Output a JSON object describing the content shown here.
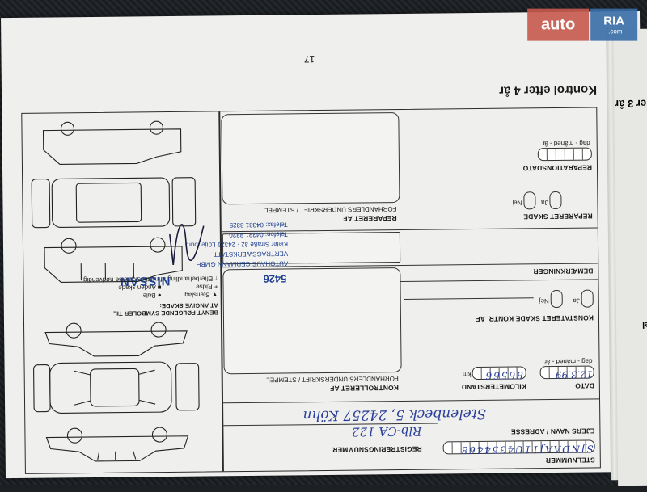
{
  "watermark": {
    "brand_text": "auto",
    "badge_text": "RIA",
    "domain": ".com"
  },
  "page": {
    "title": "Kontrol efter 4 år",
    "page_number": "17",
    "edge_title": "er 3 år",
    "edge_fragment": "el"
  },
  "form": {
    "chassis_label": "STELNUMMER",
    "reg_label": "REGISTRERINGSNUMMER",
    "owner_label": "EJERS NAVN / ADRESSE",
    "date_label": "DATO",
    "date_hint": "dag - måned - år",
    "km_label": "KILOMETERSTAND",
    "km_unit": "km",
    "controlled_label": "KONTROLLERET AF",
    "controlled_sub": "FORHANDLERS UNDERSKRIFT / STEMPEL",
    "damage_label": "KONSTATERET SKADE  KONTR. AF",
    "yes": "Ja",
    "no": "Nej",
    "remarks_label": "BEMÆRKNINGER",
    "repaired_label": "REPARERET SKADE",
    "repair_date_label": "REPARATIONSDATO",
    "repair_date_hint": "dag - måned - år",
    "repaired_by_label": "REPARERET AF",
    "repaired_by_sub": "FORHANDLERS UNDERSKRIFT / STEMPEL"
  },
  "handwriting": {
    "chassis_number": "SJNDAAJ11U4354468",
    "reg_number": "Rlb-CA 122",
    "owner": "Stelenbeck 5, 24257 Köhn",
    "date": "12.3.99",
    "km": "86566",
    "signature": "[signature]"
  },
  "stamp": {
    "brand": "NISSAN",
    "code": "5426",
    "line1": "AUTOHAUS GERMANN GMBH",
    "line2": "VERTRAGSWERKSTATT",
    "line3": "Kieler Straße 32 · 24321 Lütjenburg",
    "line4": "Telefon: 04381 8320",
    "line5": "Telefax: 04381 8325"
  },
  "legend": {
    "title": "BENYT FØLGENDE SYMBOLER TIL AT ANGIVE SKADE:",
    "item1": "Stenslag",
    "item2": "Bule",
    "item3": "Ridse",
    "item4": "Anden skade",
    "item5": "Efterbehandling af rustbeskyttelse nødvendig",
    "sym1": "▼",
    "sym2": "●",
    "sym3": "+",
    "sym4": "■",
    "sym5": "↑"
  }
}
